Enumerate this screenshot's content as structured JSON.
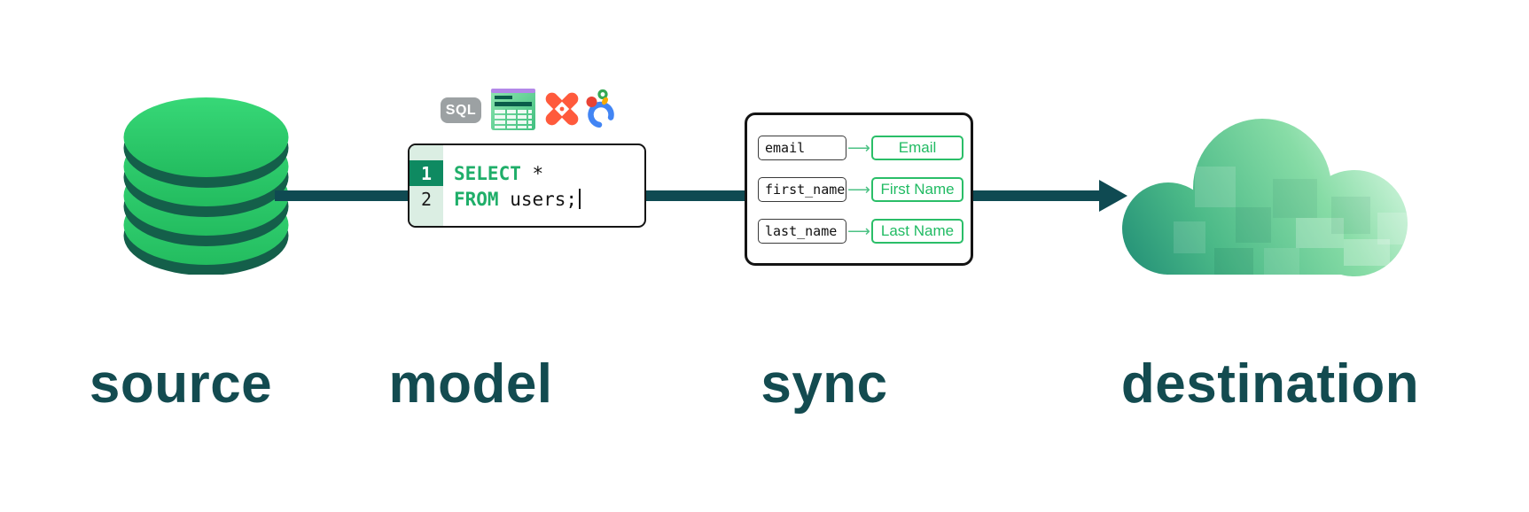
{
  "stage_labels": {
    "source": "source",
    "model": "model",
    "sync": "sync",
    "destination": "destination"
  },
  "model_section": {
    "sql_badge_label": "SQL",
    "icon_names": [
      "sql-badge",
      "spreadsheet-icon",
      "dbt-icon",
      "looker-icon"
    ],
    "code": {
      "lines": [
        {
          "number": "1",
          "keyword": "SELECT",
          "rest": " *"
        },
        {
          "number": "2",
          "keyword": "FROM",
          "rest": " users;"
        }
      ]
    }
  },
  "sync_section": {
    "arrow_glyph": "⟶",
    "mappings": [
      {
        "field": "email",
        "mapped_to": "Email"
      },
      {
        "field": "first_name",
        "mapped_to": "First Name"
      },
      {
        "field": "last_name",
        "mapped_to": "Last Name"
      }
    ]
  },
  "colors": {
    "dark_teal": "#0F4A52",
    "label_teal": "#134B50",
    "db_green": "#2BCE6C",
    "db_rim_green": "#145F4A",
    "keyword_green": "#1FAE69",
    "gutter_green": "#DBEEE3",
    "gutter_active_green": "#0E8A61",
    "sync_green": "#2ABE68",
    "dbt_orange": "#FF5A3C",
    "looker_blue": "#4285F4",
    "looker_red": "#E94335",
    "looker_green": "#34A853",
    "looker_yellow": "#F9AB00",
    "sql_badge_gray": "#9CA1A3",
    "sheet_purple": "#B388E8"
  }
}
